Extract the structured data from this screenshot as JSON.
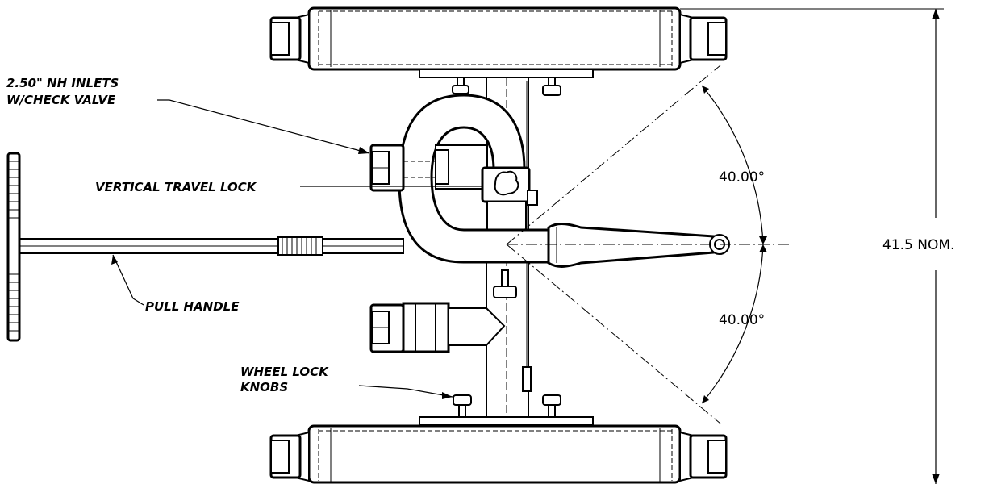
{
  "labels": {
    "inlets_line1": "2.50\" NH INLETS",
    "inlets_line2": "W/CHECK VALVE",
    "vertical_lock": "VERTICAL TRAVEL LOCK",
    "pull_handle": "PULL HANDLE",
    "wheel_lock_line1": "WHEEL LOCK",
    "wheel_lock_line2": "KNOBS"
  },
  "dimensions": {
    "angle_upper": "40.00°",
    "angle_lower": "40.00°",
    "overall_width": "41.5 NOM."
  }
}
